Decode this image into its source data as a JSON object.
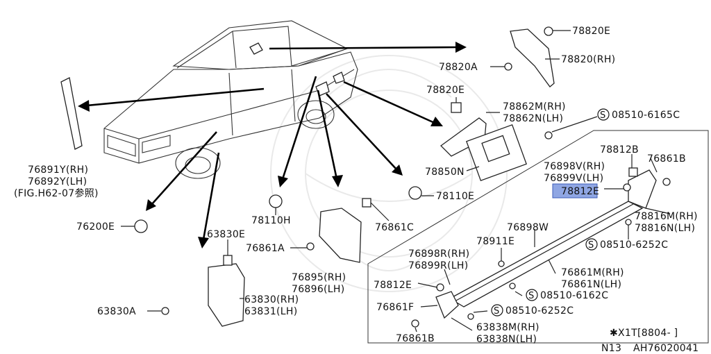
{
  "labels": {
    "p78820E_top": "78820E",
    "p78820_rh": "78820(RH)",
    "p78820A": "78820A",
    "p78820E_mid": "78820E",
    "p78862M": "78862M(RH)",
    "p78862N": "78862N(LH)",
    "p08510_6165C": "08510-6165C",
    "p76891Y": "76891Y(RH)",
    "p76892Y": "76892Y(LH)",
    "fig_ref": "(FIG.H62-07参照)",
    "p78850N": "78850N",
    "p78812B": "78812B",
    "p76861B_top": "76861B",
    "p76898V": "76898V(RH)",
    "p76899V": "76899V(LH)",
    "p78812E_hl": "78812E",
    "p78110E": "78110E",
    "p78110H": "78110H",
    "p76861C": "76861C",
    "p78816M": "78816M(RH)",
    "p78816N": "78816N(LH)",
    "p76200E": "76200E",
    "p63830E": "63830E",
    "p76861A": "76861A",
    "p76898W": "76898W",
    "p08510_6252C_r": "08510-6252C",
    "p76898R": "76898R(RH)",
    "p76899R": "76899R(LH)",
    "p78911E": "78911E",
    "p76895": "76895(RH)",
    "p76896": "76896(LH)",
    "p76861M": "76861M(RH)",
    "p76861N": "76861N(LH)",
    "p78812E_low": "78812E",
    "p08510_6162C": "08510-6162C",
    "p63830": "63830(RH)",
    "p63831": "63831(LH)",
    "p76861F": "76861F",
    "p08510_6252C_b": "08510-6252C",
    "p63830A": "63830A",
    "p63838M": "63838M(RH)",
    "p63838N": "63838N(LH)",
    "p76861B_low": "76861B",
    "note": "✱X1T[8804-  ]",
    "code_n13": "N13",
    "code_ah": "AH76020041",
    "s_mark": "S"
  },
  "colors": {
    "highlight": "#8fa6e3",
    "ink": "#111111"
  }
}
